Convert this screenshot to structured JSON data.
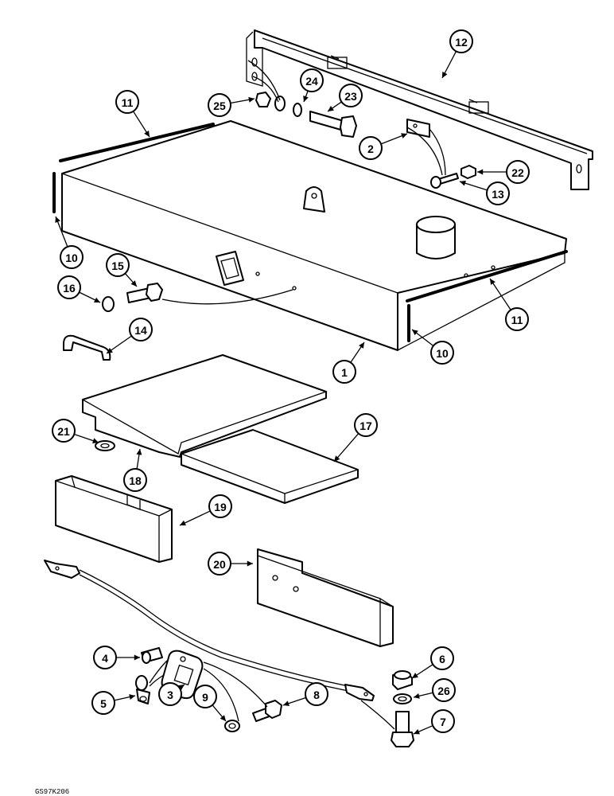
{
  "drawing_code": "GS97K206",
  "callouts": [
    {
      "label": "1"
    },
    {
      "label": "2"
    },
    {
      "label": "3"
    },
    {
      "label": "4"
    },
    {
      "label": "5"
    },
    {
      "label": "6"
    },
    {
      "label": "7"
    },
    {
      "label": "8"
    },
    {
      "label": "9"
    },
    {
      "label": "10"
    },
    {
      "label": "10"
    },
    {
      "label": "11"
    },
    {
      "label": "11"
    },
    {
      "label": "12"
    },
    {
      "label": "13"
    },
    {
      "label": "14"
    },
    {
      "label": "15"
    },
    {
      "label": "16"
    },
    {
      "label": "17"
    },
    {
      "label": "18"
    },
    {
      "label": "19"
    },
    {
      "label": "20"
    },
    {
      "label": "21"
    },
    {
      "label": "22"
    },
    {
      "label": "23"
    },
    {
      "label": "24"
    },
    {
      "label": "25"
    },
    {
      "label": "26"
    }
  ]
}
